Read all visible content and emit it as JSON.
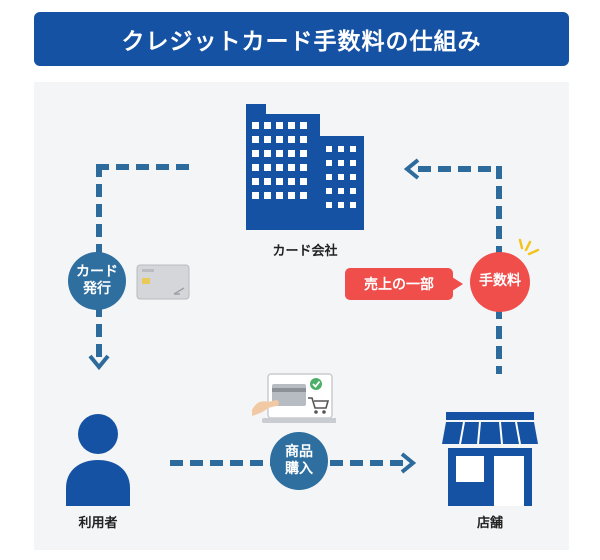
{
  "title": "クレジットカード手数料の仕組み",
  "nodes": {
    "company": "カード会社",
    "user": "利用者",
    "store": "店舗"
  },
  "steps": {
    "card_issue_line1": "カード",
    "card_issue_line2": "発行",
    "purchase_line1": "商品",
    "purchase_line2": "購入",
    "fee": "手数料",
    "share_of_sales": "売上の一部"
  },
  "colors": {
    "primary": "#1552a3",
    "accent": "#ef4e4b",
    "connector": "#2d6b9c"
  }
}
